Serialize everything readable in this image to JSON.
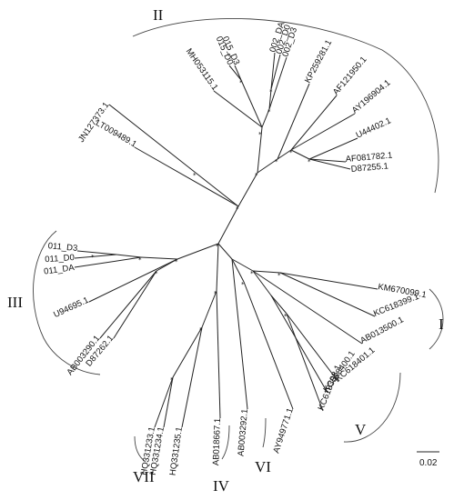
{
  "tree": {
    "leaves": [
      "002_DA",
      "002_D0",
      "002_D3",
      "015_D3",
      "015_D0",
      "MH053115.1",
      "KP259281.1",
      "AF121950.1",
      "AY196904.1",
      "U44402.1",
      "AF081782.1",
      "D87255.1",
      "JN127373.1",
      "LT009489.1",
      "011_D3",
      "011_D0",
      "011_DA",
      "U94695.1",
      "AB003290.1",
      "D87262.1",
      "KM670099.1",
      "KC618399.1",
      "AB013500.1",
      "KC618401.1",
      "KC618400.1",
      "KC618398.1",
      "AY949771.1",
      "AB003292.1",
      "AB018667.1",
      "HQ331233.1",
      "HQ331234.1",
      "HQ331235.1"
    ],
    "clades": [
      "I",
      "II",
      "III",
      "IV",
      "V",
      "VI",
      "VII"
    ],
    "support_marker": "*"
  },
  "scale_bar": {
    "label": "0.02"
  }
}
